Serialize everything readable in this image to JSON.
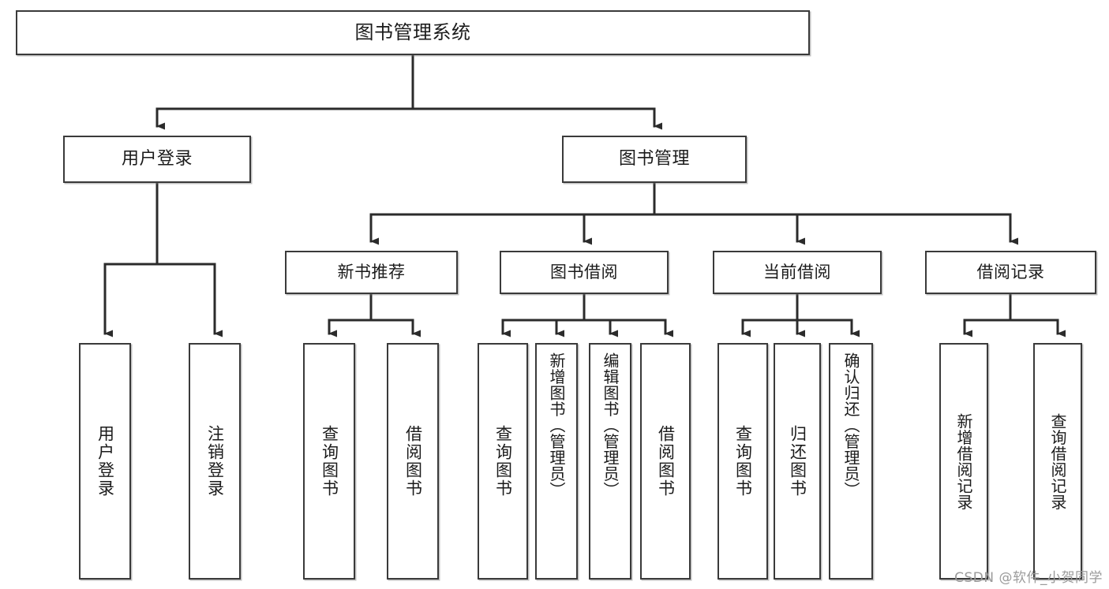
{
  "diagram": {
    "title": "图书管理系统",
    "type": "tree-hierarchy-chart",
    "root": {
      "label": "图书管理系统"
    },
    "level1": [
      {
        "label": "用户登录"
      },
      {
        "label": "图书管理"
      }
    ],
    "user_login_children": [
      {
        "label": "用户登录"
      },
      {
        "label": "注销登录"
      }
    ],
    "book_manage_categories": [
      {
        "label": "新书推荐"
      },
      {
        "label": "图书借阅"
      },
      {
        "label": "当前借阅"
      },
      {
        "label": "借阅记录"
      }
    ],
    "new_book_children": [
      {
        "label": "查询图书"
      },
      {
        "label": "借阅图书"
      }
    ],
    "borrow_children": [
      {
        "label": "查询图书"
      },
      {
        "label": "新增图书（管理员）"
      },
      {
        "label": "编辑图书（管理员）"
      },
      {
        "label": "借阅图书"
      }
    ],
    "current_borrow_children": [
      {
        "label": "查询图书"
      },
      {
        "label": "归还图书"
      },
      {
        "label": "确认归还（管理员）"
      }
    ],
    "borrow_record_children": [
      {
        "label": "新增借阅记录"
      },
      {
        "label": "查询借阅记录"
      }
    ]
  },
  "watermark": {
    "text": "CSDN @软件_小贺同学"
  },
  "colors": {
    "box_border": "#3a3a3a",
    "box_fill": "#ffffff",
    "connector": "#2b2b2b",
    "text": "#1b1b1b",
    "watermark": "#9b9b9b"
  }
}
